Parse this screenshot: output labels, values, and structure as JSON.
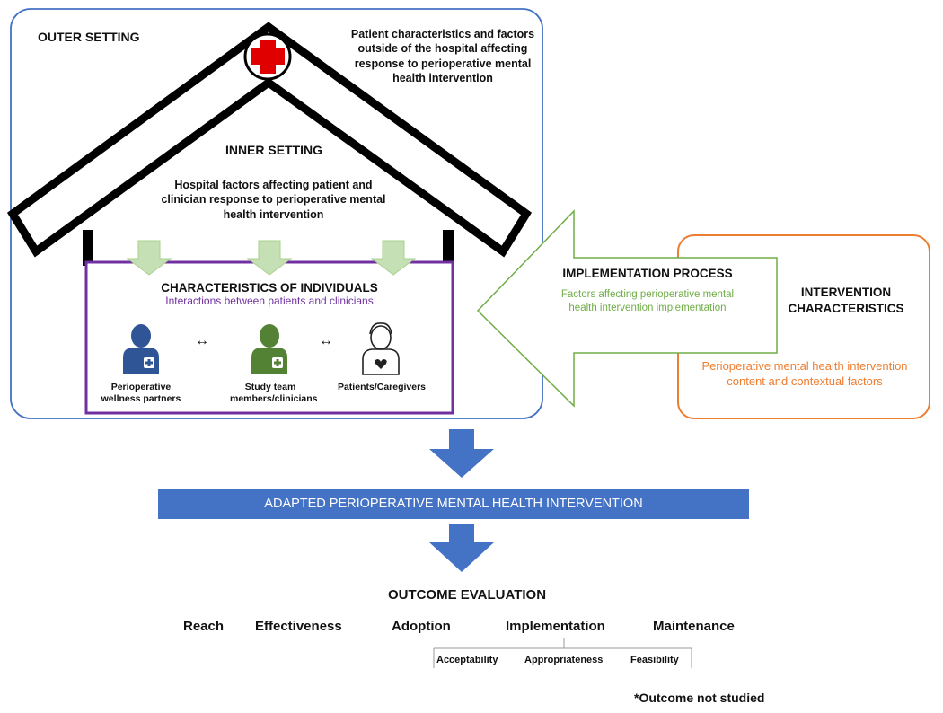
{
  "outer_setting": {
    "label": "OUTER SETTING",
    "description": "Patient characteristics and factors outside of the hospital affecting response to perioperative mental health intervention"
  },
  "inner_setting": {
    "label": "INNER SETTING",
    "description": "Hospital factors affecting patient and clinician response to perioperative mental health intervention"
  },
  "individuals": {
    "label": "CHARACTERISTICS OF INDIVIDUALS",
    "subtitle": "Interactions between patients and clinicians",
    "people": [
      {
        "label": "Perioperative wellness partners",
        "color": "#2f5597"
      },
      {
        "label": "Study team members/clinicians",
        "color": "#548235"
      },
      {
        "label": "Patients/Caregivers",
        "color": "#222222"
      }
    ],
    "connector": "↔"
  },
  "implementation": {
    "label": "IMPLEMENTATION PROCESS",
    "description": "Factors affecting perioperative mental health intervention implementation"
  },
  "intervention": {
    "label": "INTERVENTION CHARACTERISTICS",
    "description": "Perioperative mental health intervention content and contextual factors"
  },
  "banner": "ADAPTED PERIOPERATIVE MENTAL HEALTH INTERVENTION",
  "outcome": {
    "title": "OUTCOME EVALUATION",
    "items": [
      "Reach",
      "Effectiveness",
      "Adoption",
      "Implementation",
      "Maintenance"
    ],
    "sub_items": [
      "Acceptability",
      "Appropriateness",
      "Feasibility"
    ],
    "footnote": "*Outcome not studied"
  },
  "colors": {
    "outer_border": "#4472c4",
    "individuals_border": "#7030a0",
    "implementation": "#70ad47",
    "intervention": "#ed7d31",
    "arrow": "#4472c4",
    "hospital_cross": "#e00000"
  }
}
